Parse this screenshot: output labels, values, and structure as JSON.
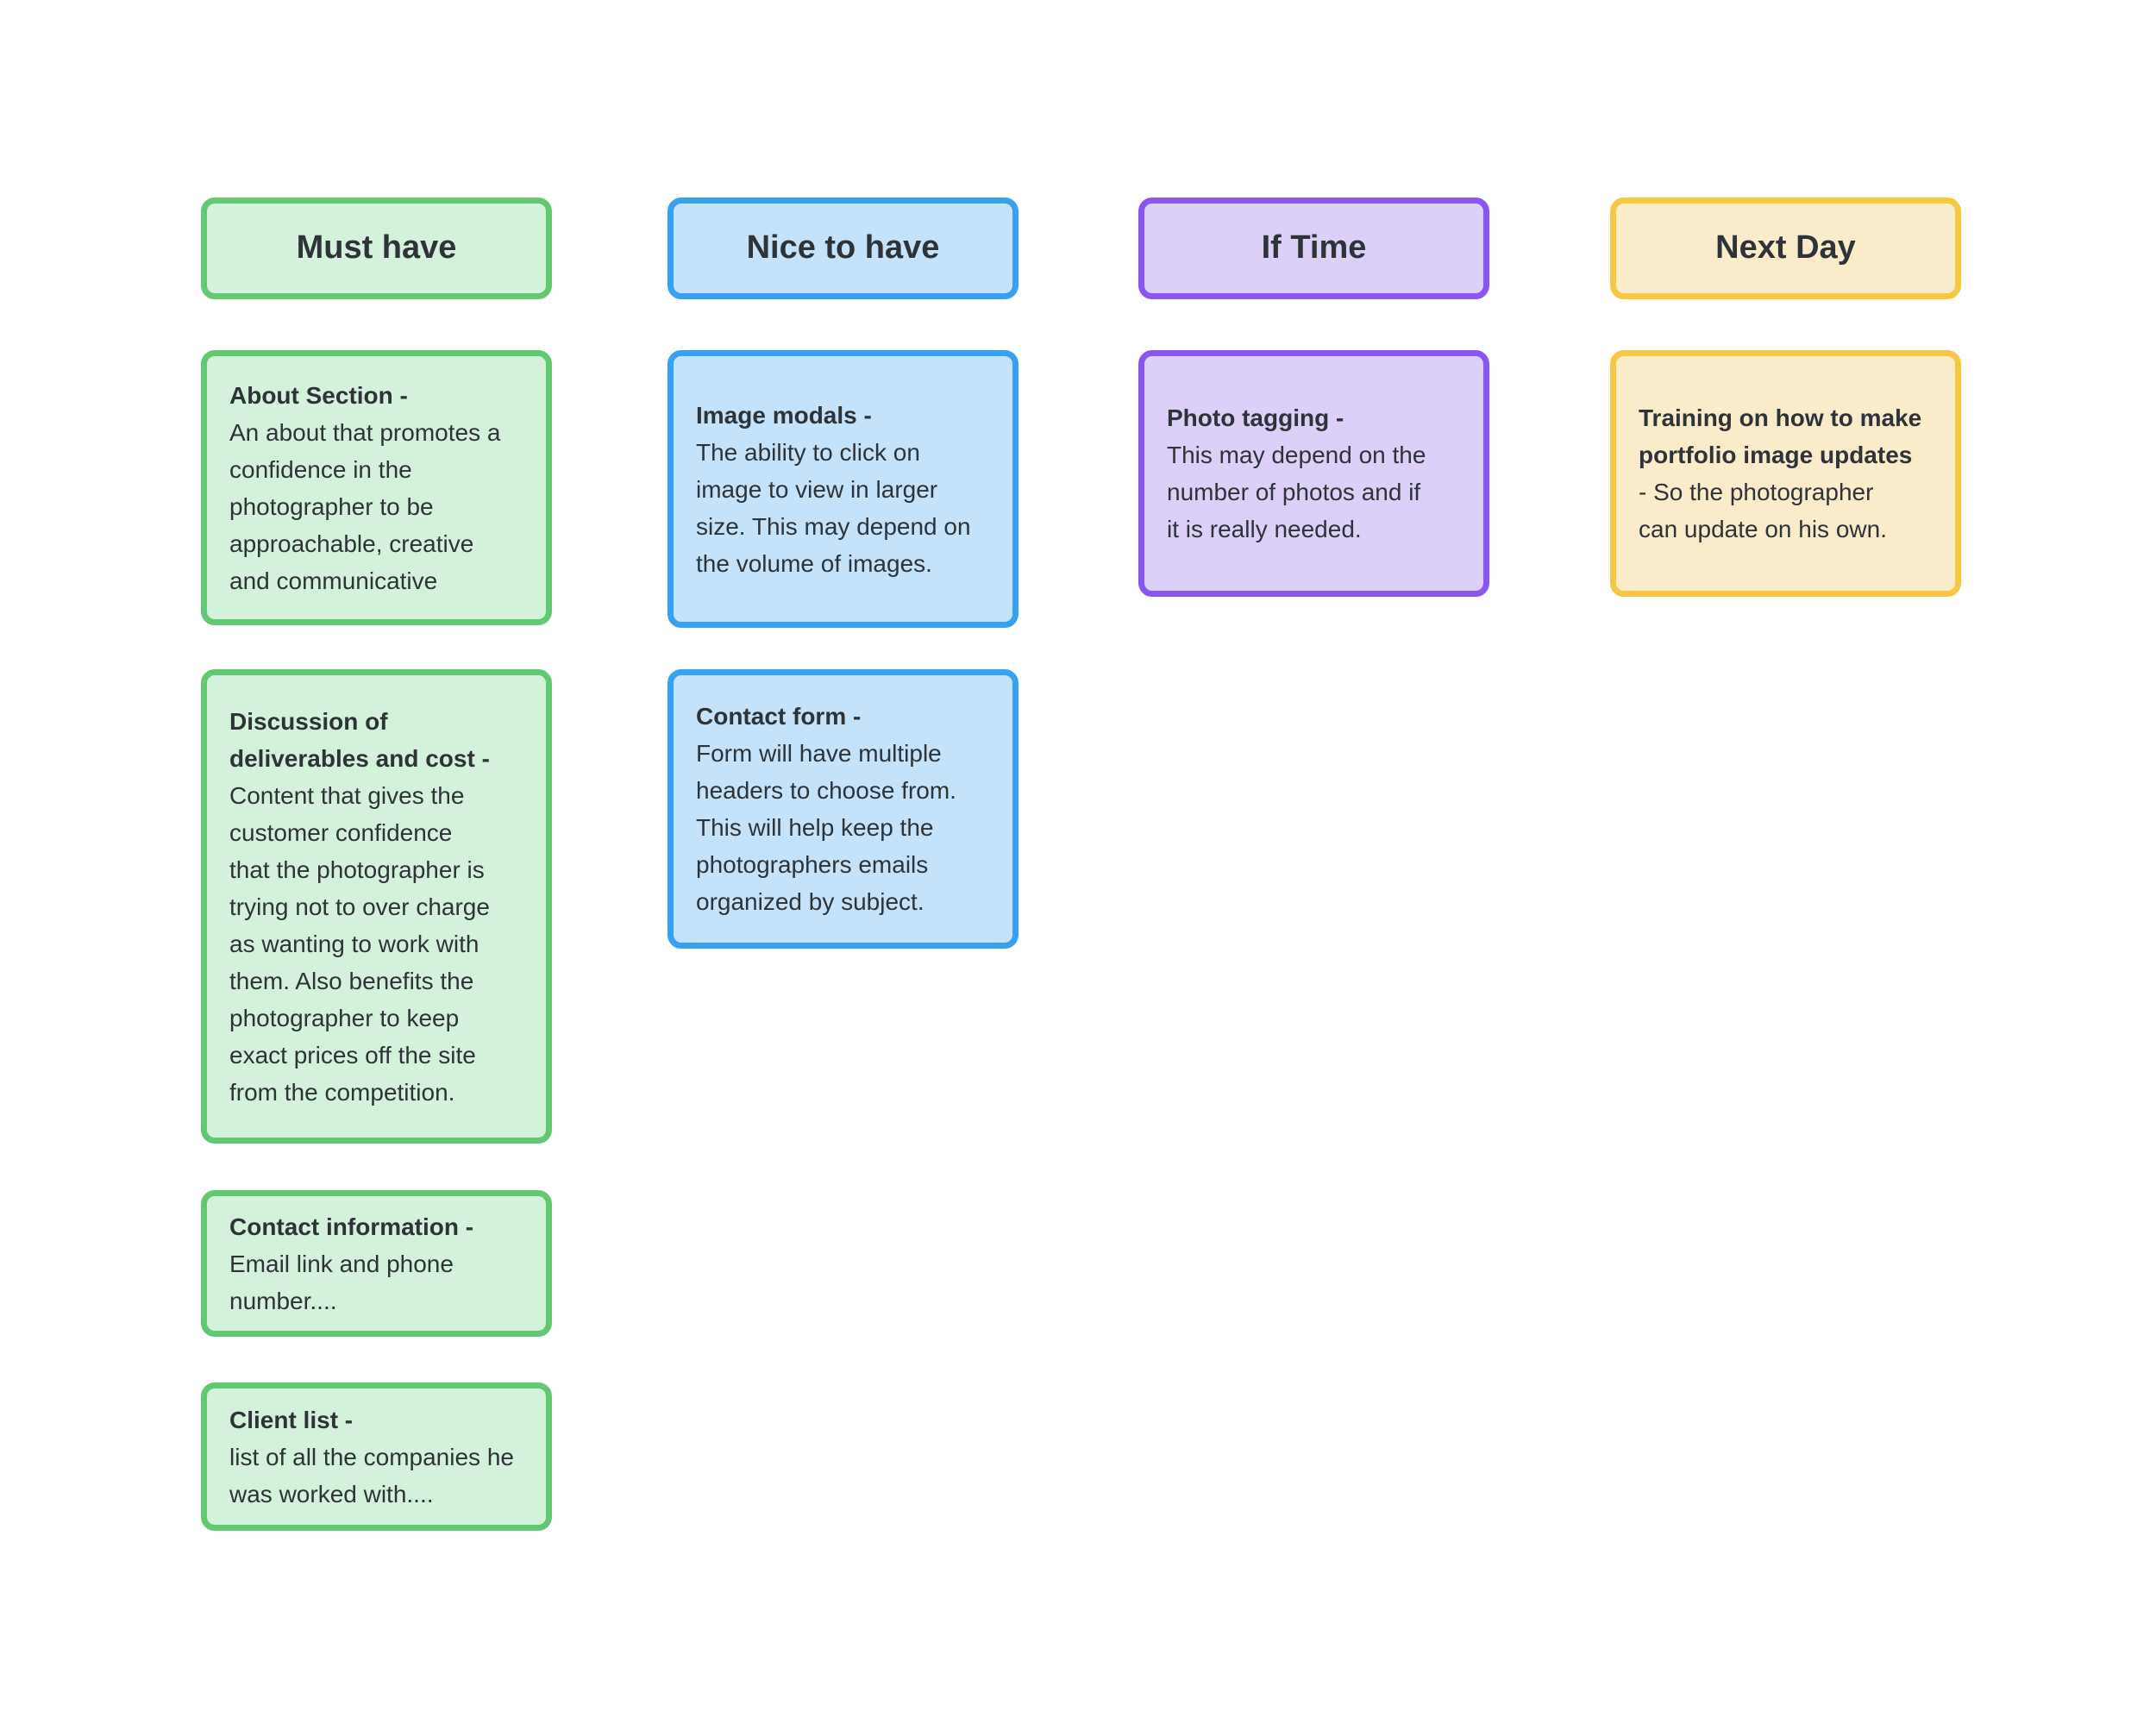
{
  "palette": {
    "background": "#FFFFFF",
    "text": "#2E3338"
  },
  "board": {
    "columns": [
      {
        "id": "must-have",
        "header": "Must have",
        "colors": {
          "border": "#61C971",
          "fill": "#D4F2DB"
        },
        "cards": [
          {
            "title": "About Section -",
            "body": "An about that promotes a\nconfidence in the\nphotographer to be\napproachable, creative\nand communicative"
          },
          {
            "title": "Discussion of\ndeliverables and cost -",
            "body": "Content that gives the\ncustomer confidence\nthat the photographer is\ntrying not to over charge\nas wanting to work with\nthem. Also benefits the\nphotographer to keep\nexact prices off the site\nfrom the competition."
          },
          {
            "title": "Contact information -",
            "body": "Email link and phone\nnumber...."
          },
          {
            "title": "Client list -",
            "body": "list of all the companies he\nwas worked with...."
          }
        ]
      },
      {
        "id": "nice-to-have",
        "header": "Nice to have",
        "colors": {
          "border": "#38A0F1",
          "fill": "#C4E3FA"
        },
        "cards": [
          {
            "title": "Image modals -",
            "body": "The ability to click on\nimage to view in larger\nsize. This may depend on\nthe volume of images."
          },
          {
            "title": "Contact form -",
            "body": "Form will have multiple\nheaders to choose from.\nThis will help keep the\nphotographers emails\norganized by subject."
          }
        ]
      },
      {
        "id": "if-time",
        "header": "If Time",
        "colors": {
          "border": "#8A55F0",
          "fill": "#DCD0F8"
        },
        "cards": [
          {
            "title": "Photo tagging -",
            "body": "This may depend on the\nnumber of photos and if\nit is really needed."
          }
        ]
      },
      {
        "id": "next-day",
        "header": "Next Day",
        "colors": {
          "border": "#F7C744",
          "fill": "#FAECCA"
        },
        "cards": [
          {
            "title": "Training on how to make\nportfolio image updates",
            "body": "- So the photographer\ncan update on his own."
          }
        ]
      }
    ]
  }
}
